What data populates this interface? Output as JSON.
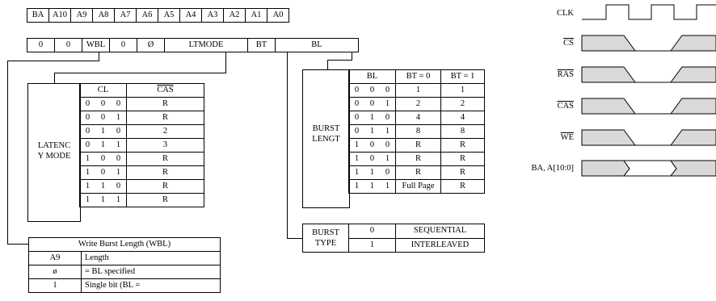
{
  "address_row": [
    "BA",
    "A10",
    "A9",
    "A8",
    "A7",
    "A6",
    "A5",
    "A4",
    "A3",
    "A2",
    "A1",
    "A0"
  ],
  "mode_row": [
    "0",
    "0",
    "WBL",
    "0",
    "Ø",
    "LTMODE",
    "BT",
    "BL"
  ],
  "latency": {
    "label_line1": "LATENC",
    "label_line2": "Y MODE",
    "head_cl": "CL",
    "head_cas": "CAS",
    "rows": [
      {
        "b": [
          "0",
          "0",
          "0"
        ],
        "v": "R"
      },
      {
        "b": [
          "0",
          "0",
          "1"
        ],
        "v": "R"
      },
      {
        "b": [
          "0",
          "1",
          "0"
        ],
        "v": "2"
      },
      {
        "b": [
          "0",
          "1",
          "1"
        ],
        "v": "3"
      },
      {
        "b": [
          "1",
          "0",
          "0"
        ],
        "v": "R"
      },
      {
        "b": [
          "1",
          "0",
          "1"
        ],
        "v": "R"
      },
      {
        "b": [
          "1",
          "1",
          "0"
        ],
        "v": "R"
      },
      {
        "b": [
          "1",
          "1",
          "1"
        ],
        "v": "R"
      }
    ]
  },
  "burst_length": {
    "label_line1": "BURST",
    "label_line2": "LENGT",
    "head_bl": "BL",
    "head_bt0": "BT = 0",
    "head_bt1": "BT = 1",
    "rows": [
      {
        "b": [
          "0",
          "0",
          "0"
        ],
        "bt0": "1",
        "bt1": "1"
      },
      {
        "b": [
          "0",
          "0",
          "1"
        ],
        "bt0": "2",
        "bt1": "2"
      },
      {
        "b": [
          "0",
          "1",
          "0"
        ],
        "bt0": "4",
        "bt1": "4"
      },
      {
        "b": [
          "0",
          "1",
          "1"
        ],
        "bt0": "8",
        "bt1": "8"
      },
      {
        "b": [
          "1",
          "0",
          "0"
        ],
        "bt0": "R",
        "bt1": "R"
      },
      {
        "b": [
          "1",
          "0",
          "1"
        ],
        "bt0": "R",
        "bt1": "R"
      },
      {
        "b": [
          "1",
          "1",
          "0"
        ],
        "bt0": "R",
        "bt1": "R"
      },
      {
        "b": [
          "1",
          "1",
          "1"
        ],
        "bt0": "Full Page",
        "bt1": "R"
      }
    ]
  },
  "burst_type": {
    "label_line1": "BURST",
    "label_line2": "TYPE",
    "rows": [
      {
        "k": "0",
        "v": "SEQUENTIAL"
      },
      {
        "k": "1",
        "v": "INTERLEAVED"
      }
    ]
  },
  "wbl": {
    "title": "Write Burst Length (WBL)",
    "head_a9": "A9",
    "head_len": "Length",
    "rows": [
      {
        "a": "ø",
        "v": "= BL specified"
      },
      {
        "a": "1",
        "v": "Single bit (BL ="
      }
    ]
  },
  "timing": {
    "signals": [
      {
        "name": "CLK",
        "overline": false
      },
      {
        "name": "CS",
        "overline": true
      },
      {
        "name": "RAS",
        "overline": true
      },
      {
        "name": "CAS",
        "overline": true
      },
      {
        "name": "WE",
        "overline": true
      },
      {
        "name": "BA, A[10:0]",
        "overline": false
      }
    ]
  }
}
